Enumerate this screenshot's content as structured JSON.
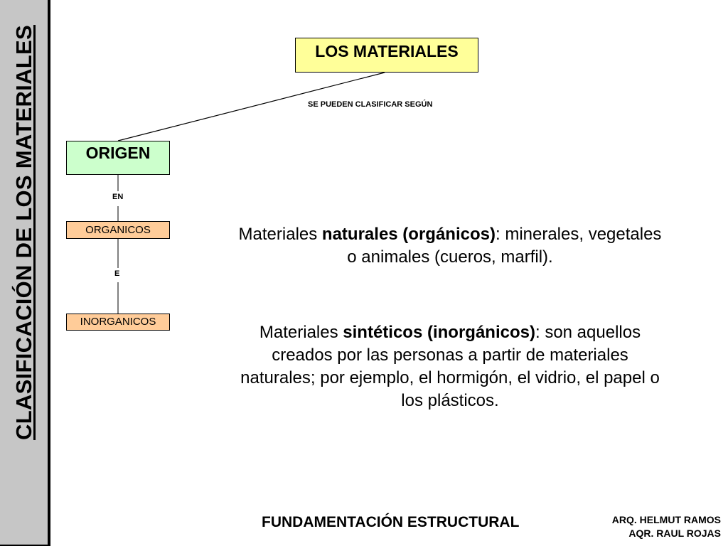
{
  "sidebar": {
    "title": "CLASIFICACIÓN DE LOS MATERIALES"
  },
  "diagram": {
    "root": "LOS MATERIALES",
    "criterion_label": "SE PUEDEN CLASIFICAR SEGÚN",
    "origin": "ORIGEN",
    "en_label": "EN",
    "organic": "ORGANICOS",
    "and_label": "E",
    "inorganic": "INORGANICOS"
  },
  "paragraph1": {
    "prefix": "Materiales ",
    "bold": "naturales (orgánicos)",
    "suffix": ": minerales, vegetales o animales (cueros, marfil)."
  },
  "paragraph2": {
    "prefix": "Materiales ",
    "bold": "sintéticos (inorgánicos)",
    "suffix": ": son aquellos creados por las personas a partir de materiales naturales; por ejemplo, el hormigón, el vidrio, el papel o los plásticos."
  },
  "footer": {
    "title": "FUNDAMENTACIÓN ESTRUCTURAL",
    "author1": "ARQ. HELMUT RAMOS",
    "author2": "AQR. RAUL ROJAS"
  }
}
